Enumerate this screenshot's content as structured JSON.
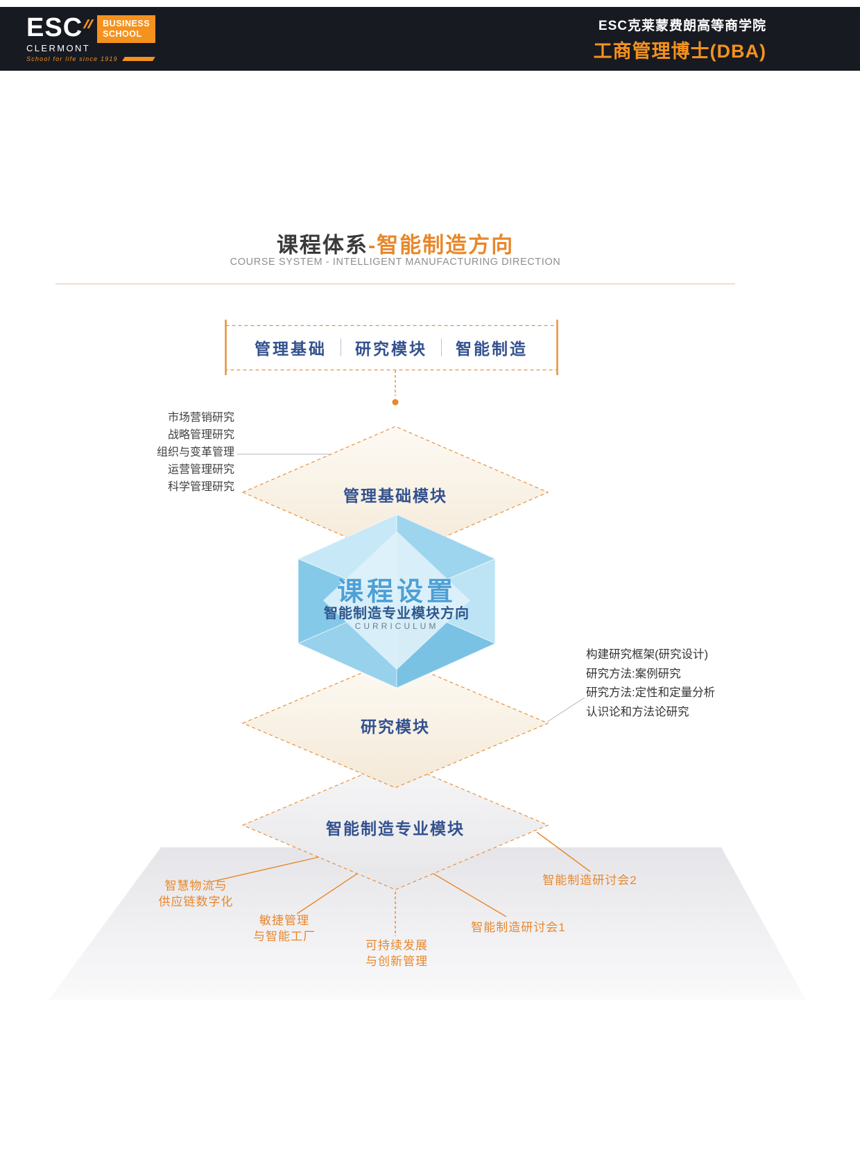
{
  "colors": {
    "accent_orange": "#e8872b",
    "header_orange": "#f5921e",
    "module_blue": "#33518e",
    "gem_blue": "#4da0d6",
    "gem_dark_blue": "#2e568c",
    "header_bg": "#171a21"
  },
  "header": {
    "logo": {
      "esc": "ESC",
      "clermont": "CLERMONT",
      "badge_line1": "BUSINESS",
      "badge_line2": "SCHOOL",
      "tagline": "School for life since 1919"
    },
    "school_cn": "ESC克莱蒙费朗高等商学院",
    "program_cn": "工商管理博士(DBA)"
  },
  "title": {
    "main_black": "课程体系",
    "main_orange": "-智能制造方向",
    "subtitle": "COURSE SYSTEM - INTELLIGENT MANUFACTURING DIRECTION"
  },
  "module_tabs": {
    "items": [
      "管理基础",
      "研究模块",
      "智能制造"
    ]
  },
  "management_module": {
    "title": "管理基础模块",
    "courses": [
      "市场营销研究",
      "战略管理研究",
      "组织与变革管理",
      "运营管理研究",
      "科学管理研究"
    ]
  },
  "gem": {
    "title": "课程设置",
    "subtitle": "智能制造专业模块方向",
    "caption": "CURRICULUM"
  },
  "research_module": {
    "title": "研究模块",
    "courses": [
      "构建研究框架(研究设计)",
      "研究方法:案例研究",
      "研究方法:定性和定量分析",
      "认识论和方法论研究"
    ]
  },
  "intelligent_module": {
    "title": "智能制造专业模块",
    "courses": {
      "logistics": "智慧物流与\n供应链数字化",
      "agile": "敏捷管理\n与智能工厂",
      "sustainable": "可持续发展\n与创新管理",
      "seminar1": "智能制造研讨会1",
      "seminar2": "智能制造研讨会2"
    }
  }
}
